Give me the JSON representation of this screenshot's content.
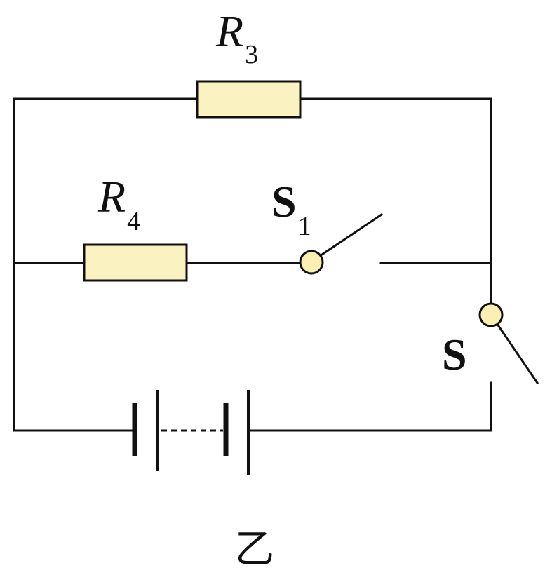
{
  "colors": {
    "wire": "#111111",
    "resistor_fill": "#fbf2c2",
    "switch_pivot_fill": "#fbefb4",
    "background": "#ffffff"
  },
  "labels": {
    "r3_main": "R",
    "r3_sub": "3",
    "r4_main": "R",
    "r4_sub": "4",
    "s1_main": "S",
    "s1_sub": "1",
    "s_main": "S",
    "caption": "乙"
  },
  "components": {
    "resistors": [
      "R3",
      "R4"
    ],
    "switches": [
      {
        "name": "S1",
        "state": "open"
      },
      {
        "name": "S",
        "state": "open"
      }
    ],
    "battery": {
      "type": "multi-cell"
    }
  }
}
